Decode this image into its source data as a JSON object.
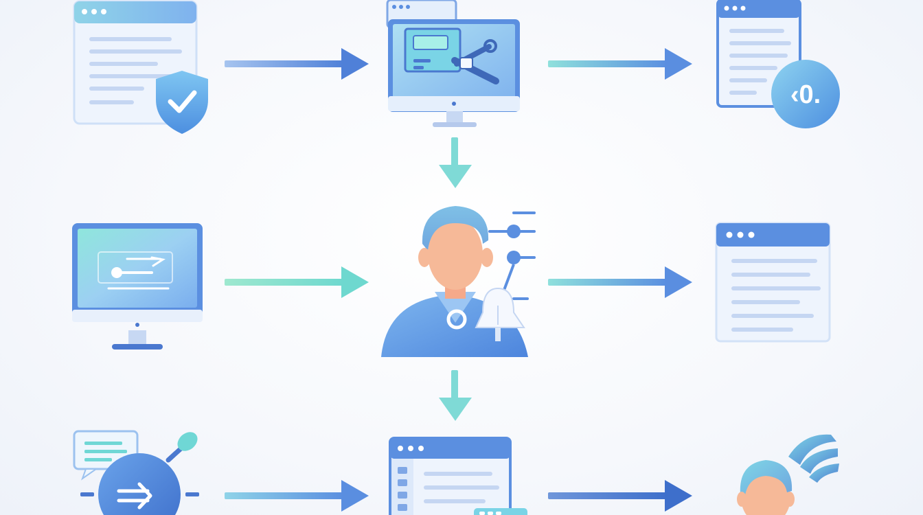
{
  "diagram": {
    "nodes": [
      {
        "id": "secure-document",
        "icon": "shield-check-icon",
        "row": 1,
        "col": 1
      },
      {
        "id": "monitor-editing",
        "icon": "wrench-icon",
        "row": 1,
        "col": 2
      },
      {
        "id": "document-result",
        "icon": "status-badge-icon",
        "row": 1,
        "col": 3
      },
      {
        "id": "monitor-input",
        "icon": "arrow-right-icon",
        "row": 2,
        "col": 1
      },
      {
        "id": "user-agent",
        "icon": "user-icon",
        "row": 2,
        "col": 2
      },
      {
        "id": "document-output",
        "icon": "document-icon",
        "row": 2,
        "col": 3
      },
      {
        "id": "chat-tool",
        "icon": "chat-bubble-icon",
        "row": 3,
        "col": 1
      },
      {
        "id": "app-window",
        "icon": "window-icon",
        "row": 3,
        "col": 2
      },
      {
        "id": "user-signal",
        "icon": "signal-icon",
        "row": 3,
        "col": 3
      }
    ],
    "badge_text": "‹0.",
    "colors": {
      "primary": "#5b8fe0",
      "primary_dark": "#4a78cf",
      "light_panel": "#eaf2fd",
      "teal": "#6fd7d5",
      "skin": "#f6b998"
    }
  }
}
